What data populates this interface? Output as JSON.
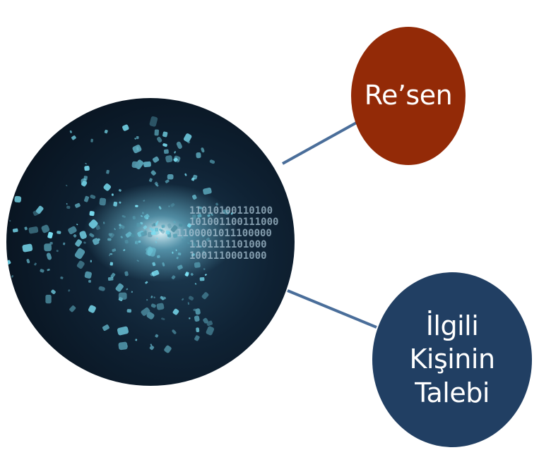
{
  "diagram": {
    "nodes": [
      {
        "id": "resen",
        "label": "Re’sen",
        "color": "#932a07"
      },
      {
        "id": "talebi",
        "label": "İlgili\nKişinin\nTalebi",
        "color": "#213f63"
      }
    ],
    "hub": {
      "image": "digital-binary-particles",
      "binary_rows": [
        "11010100110100",
        "101001100111000",
        "1100001011100000",
        "1101111101000",
        "1001110001000"
      ],
      "background_color": "#0c1826",
      "glow_color": "#7fd6ee"
    },
    "connector_color": "#4a6e9a"
  }
}
